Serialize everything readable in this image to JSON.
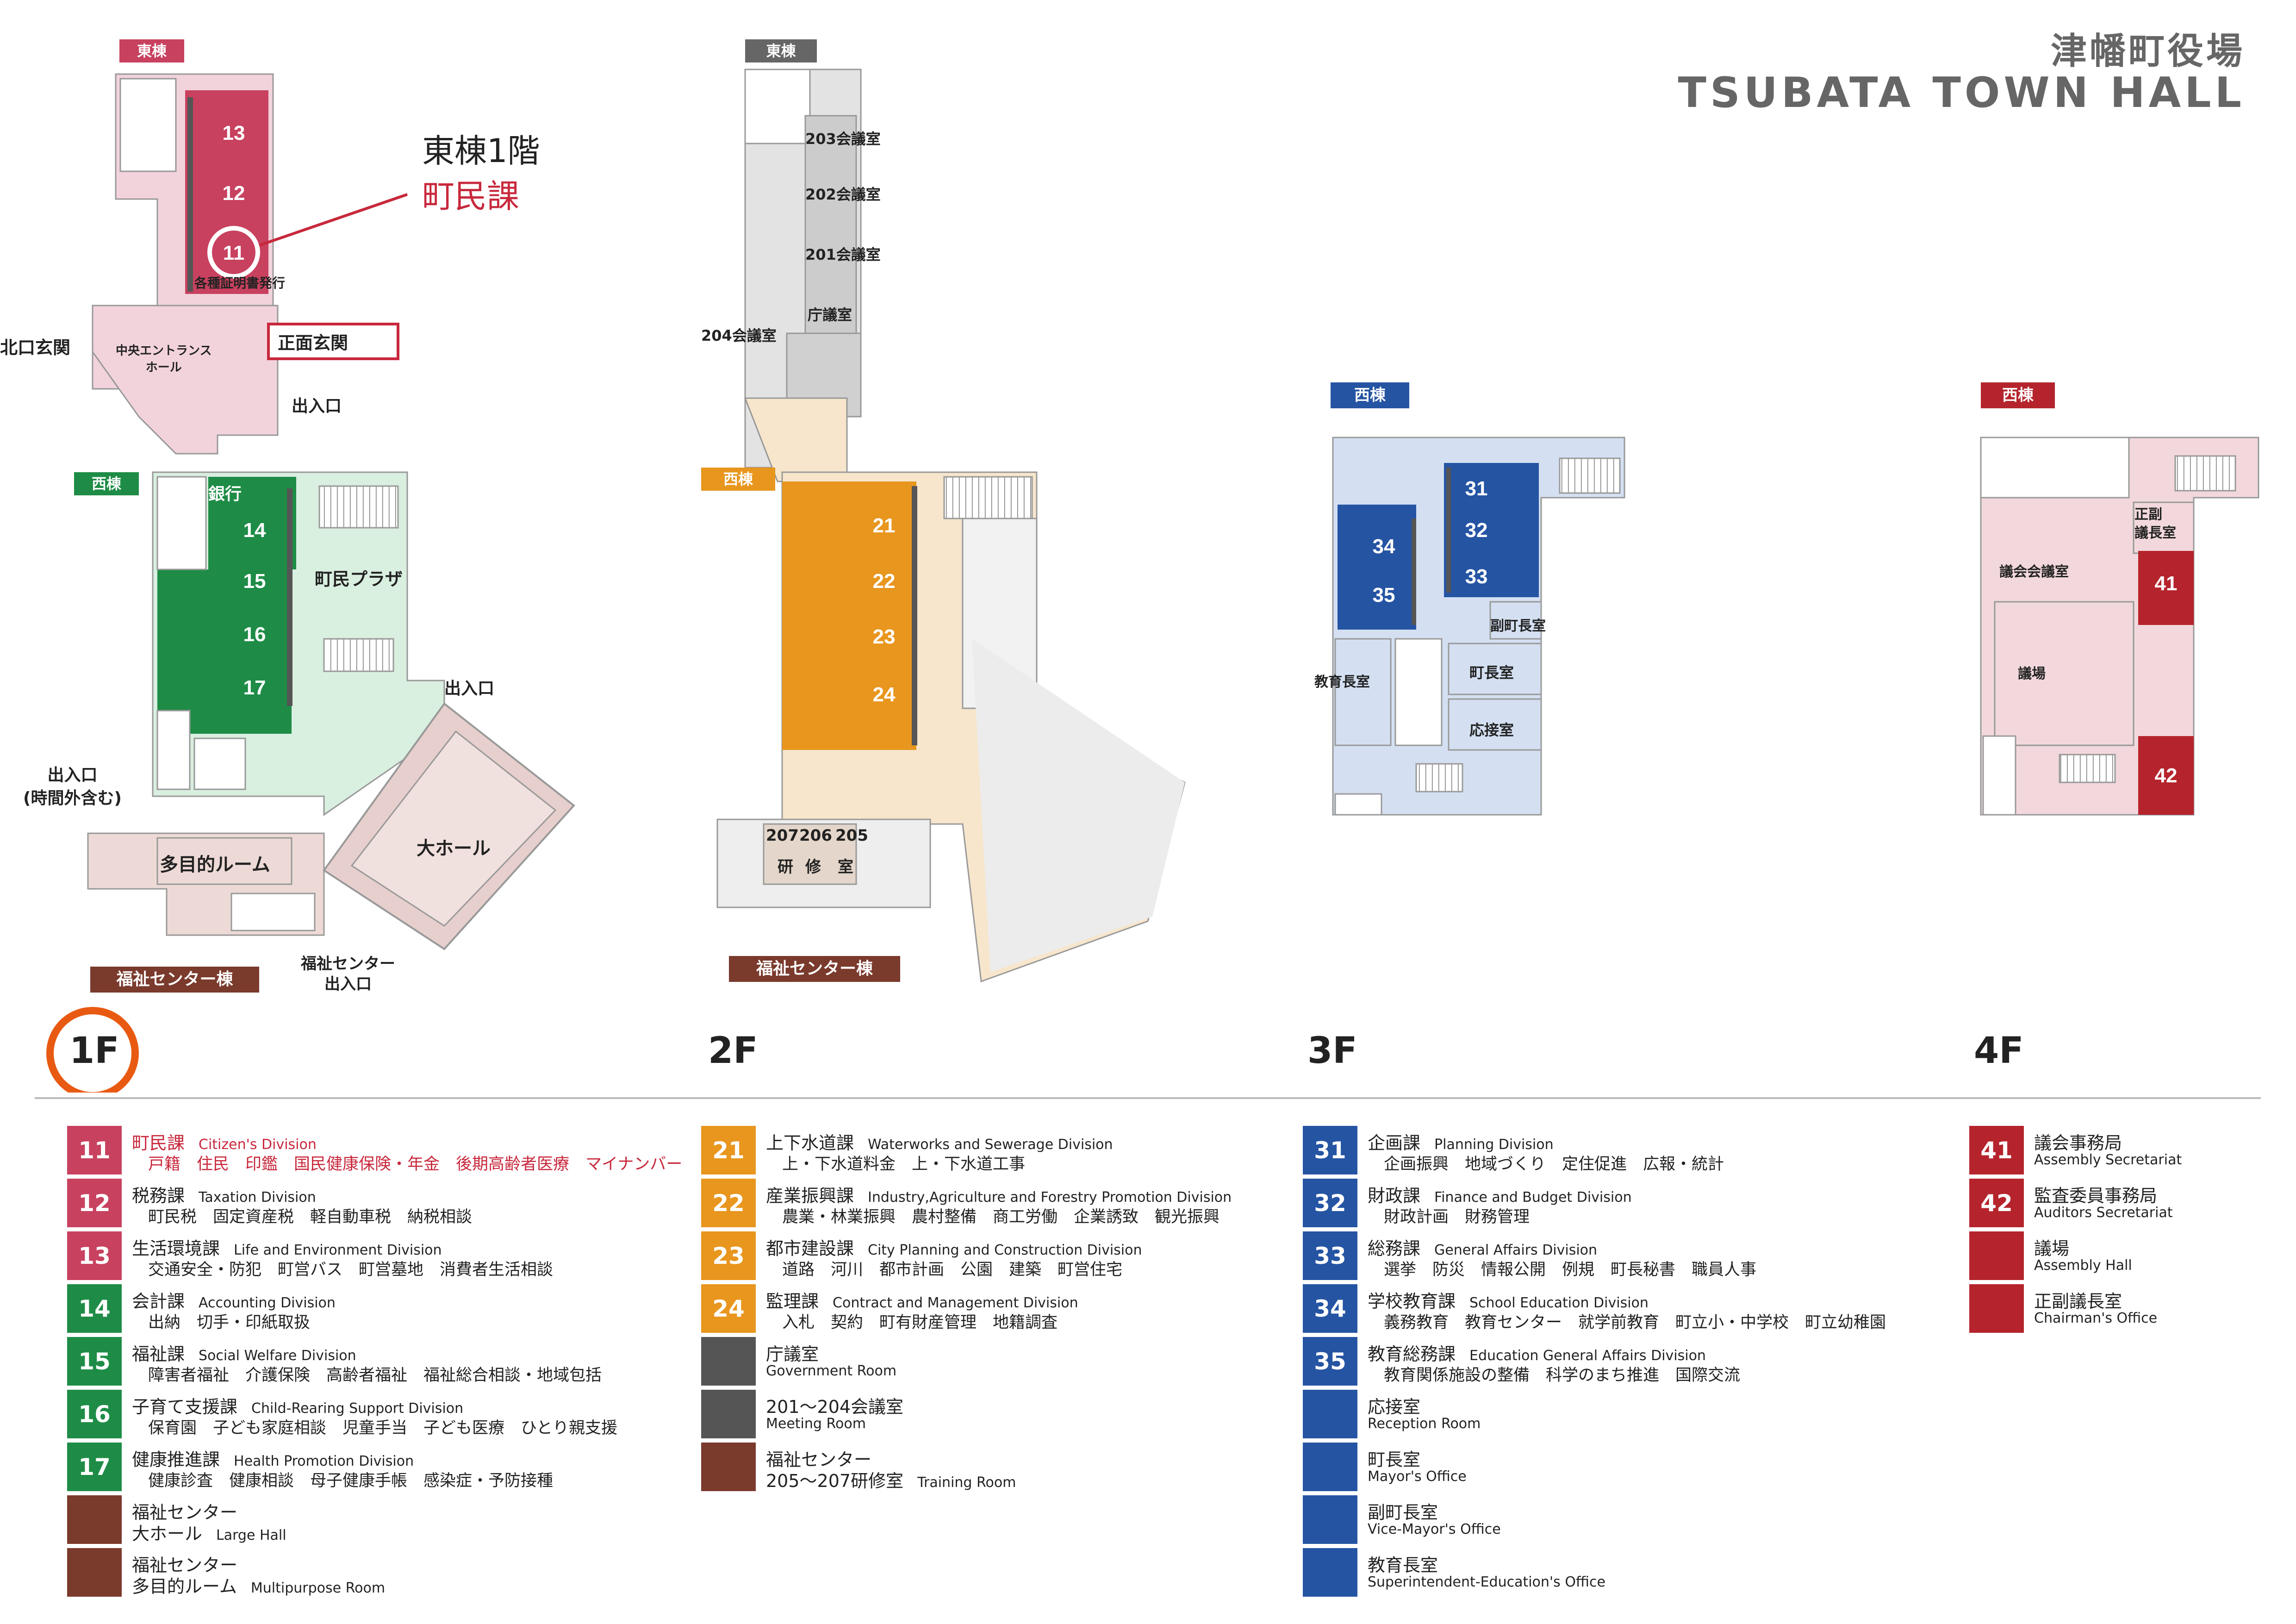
{
  "title": {
    "jp": "津幡町役場",
    "en": "TSUBATA TOWN HALL"
  },
  "colors": {
    "east_1f": "#c8415f",
    "west_1f": "#1e8c46",
    "floor2": "#e8961e",
    "floor3": "#2554a3",
    "floor4": "#b5242c",
    "gray": "#555555",
    "brown": "#7a3a2c",
    "highlight": "#e85a12"
  },
  "floors": [
    "1F",
    "2F",
    "3F",
    "4F"
  ],
  "plan1f": {
    "east_tag": "東棟",
    "west_tag": "西棟",
    "welfare_tag": "福祉センター棟",
    "callout_line1": "東棟1階",
    "callout_line2": "町民課",
    "north_entrance": "北口玄関",
    "front_entrance": "正面玄関",
    "entrance_hall": "中央エントランス\nホール",
    "cert": "各種証明書発行",
    "bank": "銀行",
    "plaza": "町民プラザ",
    "big_hall": "大ホール",
    "multi_room": "多目的ルーム",
    "entrance": "出入口",
    "entrance_off_hours": "出入口\n(時間外含む)",
    "welfare_entrance": "福祉センター\n出入口",
    "rooms": [
      "13",
      "12",
      "11",
      "14",
      "15",
      "16",
      "17"
    ]
  },
  "plan2f": {
    "east_tag": "東棟",
    "west_tag": "西棟",
    "welfare_tag": "福祉センター棟",
    "r203": "203会議室",
    "r202": "202会議室",
    "r201": "201会議室",
    "chogi": "庁議室",
    "r204": "204会議室",
    "training_nums": [
      "207",
      "206",
      "205"
    ],
    "training_chars": [
      "研",
      "修",
      "室"
    ],
    "rooms": [
      "21",
      "22",
      "23",
      "24"
    ]
  },
  "plan3f": {
    "west_tag": "西棟",
    "vice_mayor": "副町長室",
    "mayor": "町長室",
    "reception": "応接室",
    "edu_chief": "教育長室",
    "rooms": [
      "31",
      "32",
      "33",
      "34",
      "35"
    ]
  },
  "plan4f": {
    "west_tag": "西棟",
    "chair": "正副\n議長室",
    "council_room": "議会会議室",
    "assembly": "議場",
    "rooms": [
      "41",
      "42"
    ]
  },
  "legend": {
    "col1": [
      {
        "num": "11",
        "jp": "町民課",
        "en": "Citizen's Division",
        "sub": "戸籍　住民　印鑑　国民健康保険・年金　後期高齢者医療　マイナンバー",
        "color": "east_1f",
        "red": true
      },
      {
        "num": "12",
        "jp": "税務課",
        "en": "Taxation Division",
        "sub": "町民税　固定資産税　軽自動車税　納税相談",
        "color": "east_1f"
      },
      {
        "num": "13",
        "jp": "生活環境課",
        "en": "Life and Environment Division",
        "sub": "交通安全・防犯　町営バス　町営墓地　消費者生活相談",
        "color": "east_1f"
      },
      {
        "num": "14",
        "jp": "会計課",
        "en": "Accounting Division",
        "sub": "出納　切手・印紙取扱",
        "color": "west_1f"
      },
      {
        "num": "15",
        "jp": "福祉課",
        "en": "Social Welfare Division",
        "sub": "障害者福祉　介護保険　高齢者福祉　福祉総合相談・地域包括",
        "color": "west_1f"
      },
      {
        "num": "16",
        "jp": "子育て支援課",
        "en": "Child-Rearing Support Division",
        "sub": "保育園　子ども家庭相談　児童手当　子ども医療　ひとり親支援",
        "color": "west_1f"
      },
      {
        "num": "17",
        "jp": "健康推進課",
        "en": "Health Promotion Division",
        "sub": "健康診査　健康相談　母子健康手帳　感染症・予防接種",
        "color": "west_1f"
      },
      {
        "num": "",
        "jp": "福祉センター",
        "jp2": "大ホール",
        "en": "Large Hall",
        "color": "brown"
      },
      {
        "num": "",
        "jp": "福祉センター",
        "jp2": "多目的ルーム",
        "en": "Multipurpose Room",
        "color": "brown"
      }
    ],
    "col2": [
      {
        "num": "21",
        "jp": "上下水道課",
        "en": "Waterworks and Sewerage Division",
        "sub": "上・下水道料金　上・下水道工事",
        "color": "floor2"
      },
      {
        "num": "22",
        "jp": "産業振興課",
        "en": "Industry,Agriculture and Forestry Promotion Division",
        "sub": "農業・林業振興　農村整備　商工労働　企業誘致　観光振興",
        "color": "floor2"
      },
      {
        "num": "23",
        "jp": "都市建設課",
        "en": "City Planning and Construction Division",
        "sub": "道路　河川　都市計画　公園　建築　町営住宅",
        "color": "floor2"
      },
      {
        "num": "24",
        "jp": "監理課",
        "en": "Contract and Management Division",
        "sub": "入札　契約　町有財産管理　地籍調査",
        "color": "floor2"
      },
      {
        "num": "",
        "jp": "庁議室",
        "en2": "Government Room",
        "color": "gray"
      },
      {
        "num": "",
        "jp": "201～204会議室",
        "en2": "Meeting Room",
        "color": "gray"
      },
      {
        "num": "",
        "jp": "福祉センター",
        "jp2": "205～207研修室",
        "en": "Training Room",
        "color": "brown"
      }
    ],
    "col3": [
      {
        "num": "31",
        "jp": "企画課",
        "en": "Planning Division",
        "sub": "企画振興　地域づくり　定住促進　広報・統計",
        "color": "floor3"
      },
      {
        "num": "32",
        "jp": "財政課",
        "en": "Finance and Budget Division",
        "sub": "財政計画　財務管理",
        "color": "floor3"
      },
      {
        "num": "33",
        "jp": "総務課",
        "en": "General Affairs Division",
        "sub": "選挙　防災　情報公開　例規　町長秘書　職員人事",
        "color": "floor3"
      },
      {
        "num": "34",
        "jp": "学校教育課",
        "en": "School Education Division",
        "sub": "義務教育　教育センター　就学前教育　町立小・中学校　町立幼稚園",
        "color": "floor3"
      },
      {
        "num": "35",
        "jp": "教育総務課",
        "en": "Education General Affairs Division",
        "sub": "教育関係施設の整備　科学のまち推進　国際交流",
        "color": "floor3"
      },
      {
        "num": "",
        "jp": "応接室",
        "en2": "Reception Room",
        "color": "floor3"
      },
      {
        "num": "",
        "jp": "町長室",
        "en2": "Mayor's Office",
        "color": "floor3"
      },
      {
        "num": "",
        "jp": "副町長室",
        "en2": "Vice-Mayor's Office",
        "color": "floor3"
      },
      {
        "num": "",
        "jp": "教育長室",
        "en2": "Superintendent-Education's Office",
        "color": "floor3"
      }
    ],
    "col4": [
      {
        "num": "41",
        "jp": "議会事務局",
        "en2": "Assembly Secretariat",
        "color": "floor4"
      },
      {
        "num": "42",
        "jp": "監査委員事務局",
        "en2": "Auditors Secretariat",
        "color": "floor4"
      },
      {
        "num": "",
        "jp": "議場",
        "en2": "Assembly Hall",
        "color": "floor4"
      },
      {
        "num": "",
        "jp": "正副議長室",
        "en2": "Chairman's Office",
        "color": "floor4"
      }
    ]
  }
}
